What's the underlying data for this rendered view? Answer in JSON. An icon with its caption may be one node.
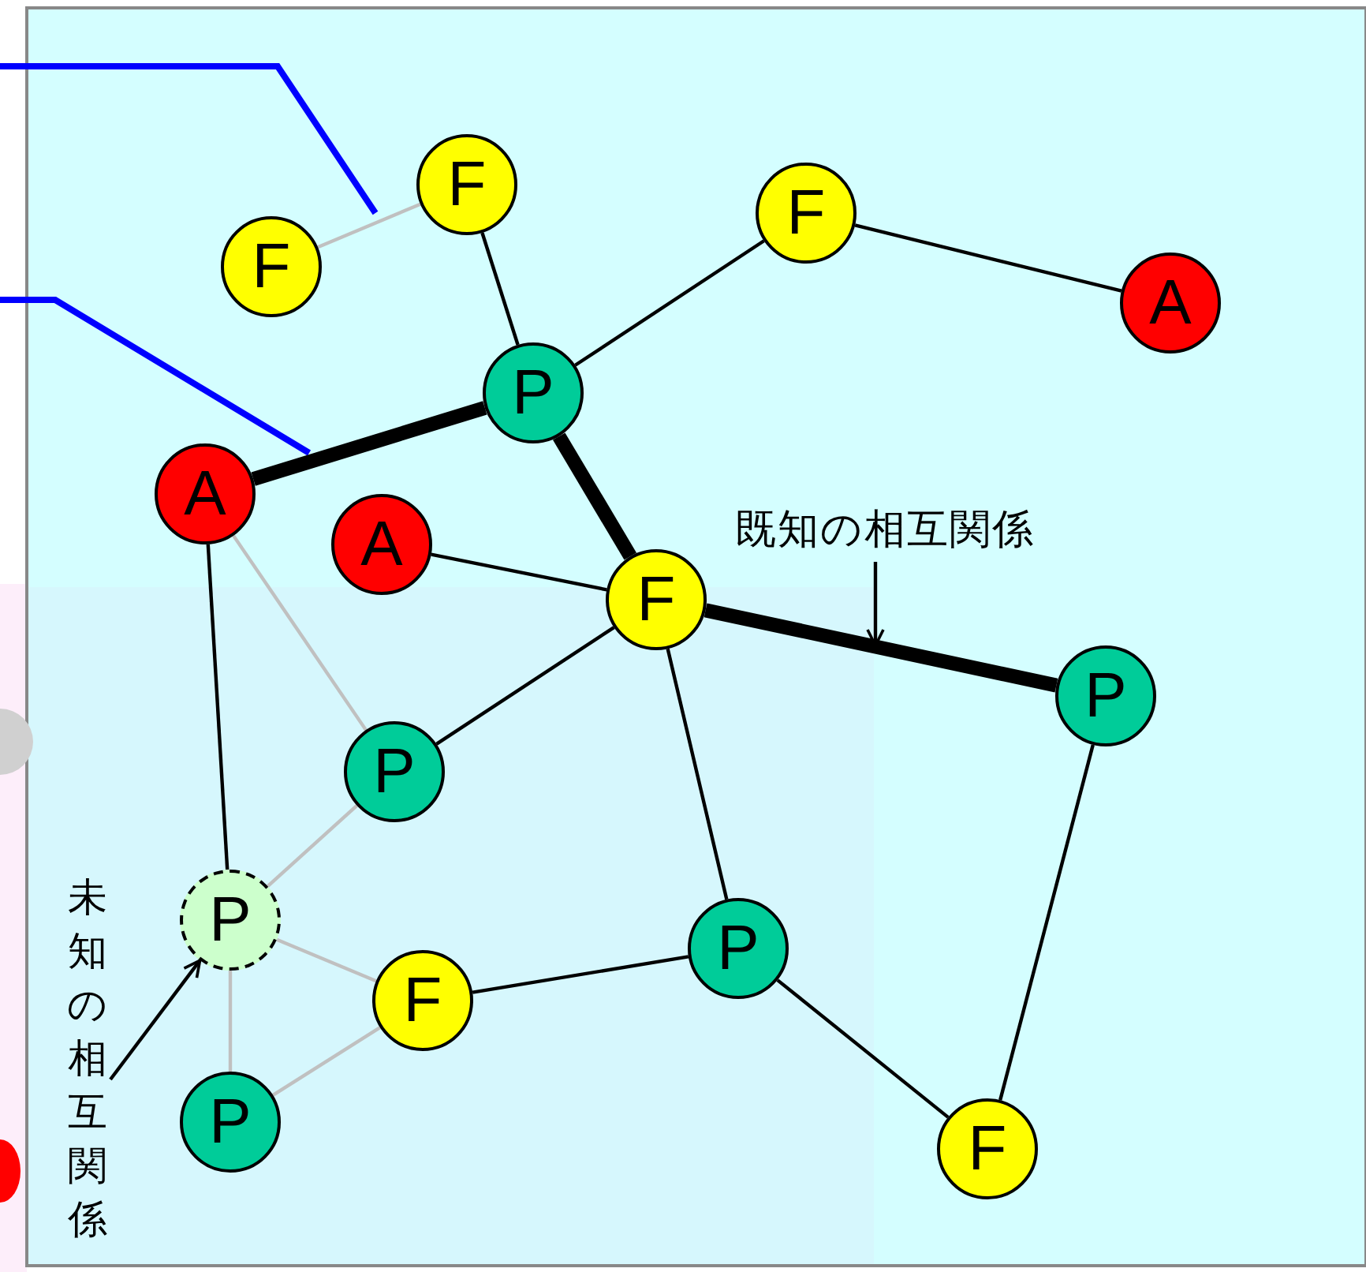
{
  "diagram": {
    "nodes": [
      {
        "text": [
          "F"
        ]
      },
      {
        "text": [
          "F"
        ]
      },
      {
        "text": [
          "F"
        ]
      },
      {
        "text": [
          "A"
        ]
      },
      {
        "text": [
          "P"
        ]
      },
      {
        "text": [
          "A"
        ]
      },
      {
        "text": [
          "A"
        ]
      },
      {
        "text": [
          "F"
        ]
      },
      {
        "text": [
          "P"
        ]
      },
      {
        "text": [
          "P"
        ]
      },
      {
        "text": [
          "P"
        ]
      },
      {
        "text": [
          "F"
        ]
      },
      {
        "text": [
          "P"
        ]
      },
      {
        "text": [
          "P"
        ]
      },
      {
        "text": [
          "F"
        ]
      },
      {
        "text": [
          "既知の相互関係"
        ]
      },
      {
        "text": [
          "未知の相互関係"
        ]
      }
    ],
    "edges": [
      {
        "from": 0,
        "to": 1,
        "arrow": "none",
        "color": "#c0c0c0"
      },
      {
        "from": 0,
        "to": 4,
        "arrow": "none"
      },
      {
        "from": 2,
        "to": 4,
        "arrow": "none"
      },
      {
        "from": 2,
        "to": 3,
        "arrow": "none"
      },
      {
        "from": 4,
        "to": 5,
        "arrow": "none",
        "style": "thick"
      },
      {
        "from": 4,
        "to": 7,
        "arrow": "none",
        "style": "thick"
      },
      {
        "from": 6,
        "to": 7,
        "arrow": "none"
      },
      {
        "from": 7,
        "to": 8,
        "arrow": "none",
        "style": "thick"
      },
      {
        "from": 7,
        "to": 9,
        "arrow": "none"
      },
      {
        "from": 7,
        "to": 12,
        "arrow": "none"
      },
      {
        "from": 5,
        "to": 10,
        "arrow": "none"
      },
      {
        "from": 5,
        "to": 9,
        "arrow": "none",
        "color": "#c0c0c0"
      },
      {
        "from": 9,
        "to": 10,
        "arrow": "none",
        "color": "#c0c0c0"
      },
      {
        "from": 10,
        "to": 11,
        "arrow": "none",
        "color": "#c0c0c0"
      },
      {
        "from": 10,
        "to": 13,
        "arrow": "none",
        "color": "#c0c0c0"
      },
      {
        "from": 13,
        "to": 11,
        "arrow": "none",
        "color": "#c0c0c0"
      },
      {
        "from": 11,
        "to": 12,
        "arrow": "none"
      },
      {
        "from": 12,
        "to": 14,
        "arrow": "none"
      },
      {
        "from": 8,
        "to": 14,
        "arrow": "none"
      },
      {
        "from": 15,
        "to": null,
        "arrow": "to"
      },
      {
        "from": 16,
        "to": 10,
        "arrow": "to"
      }
    ]
  }
}
